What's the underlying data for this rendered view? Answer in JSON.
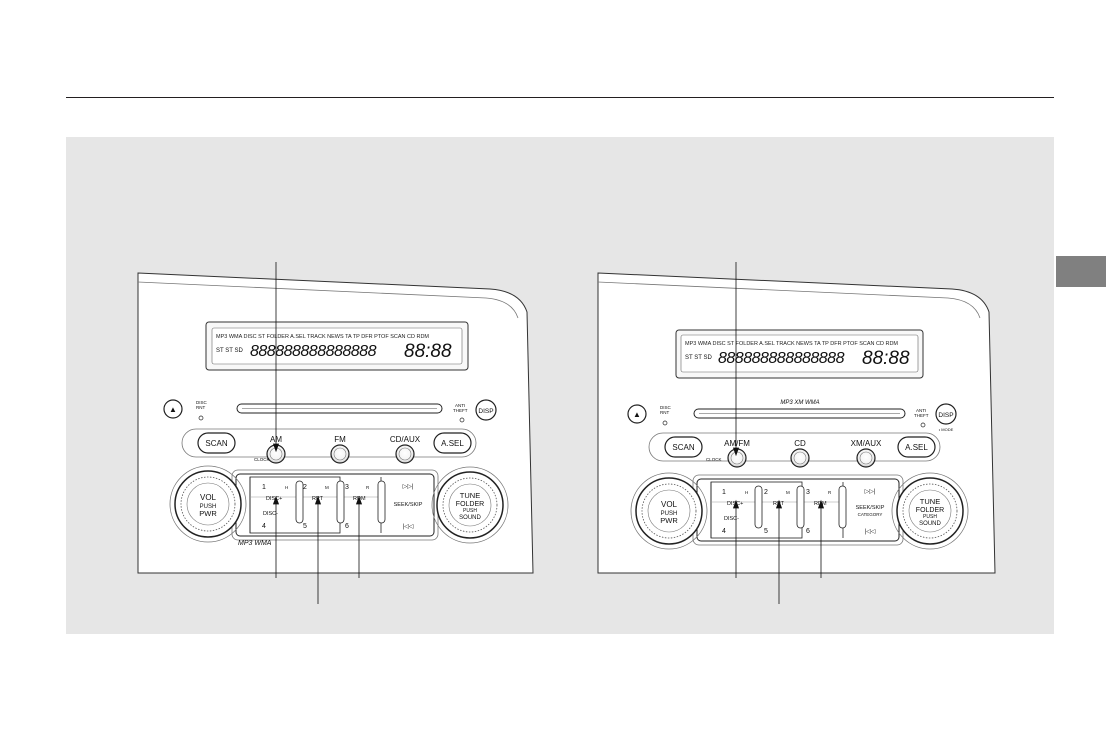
{
  "radios": [
    {
      "id": "left",
      "display": {
        "segments": "888888888888888",
        "clock": "88:88",
        "indicators": "MP3 WMA  DISC ST FOLDER A.SEL TRACK NEWS TA TP DFR PTOF SCAN CD RDM",
        "mode_marks": "ST ST SD"
      },
      "slot_left_label": "DISC\nRNT",
      "slot_right_label": "ANTI\nTHEFT",
      "disp_label": "DISP",
      "disp_sublabel": "",
      "eject_symbol": "▲",
      "slot_print": "",
      "scan_label": "SCAN",
      "asel_label": "A.SEL",
      "clock_sublabel": "CLOCK",
      "band_buttons": [
        "AM",
        "FM",
        "CD/AUX"
      ],
      "vol_knob": [
        "VOL",
        "PUSH",
        "PWR"
      ],
      "tune_knob": [
        "TUNE",
        "FOLDER",
        "PUSH",
        "SOUND"
      ],
      "preset_top": [
        "1",
        "2",
        "3"
      ],
      "preset_bottom": [
        "4",
        "5",
        "6"
      ],
      "preset_marks": [
        "H",
        "M",
        "R"
      ],
      "preset_functions": [
        "DISC+",
        "RPT",
        "RDM"
      ],
      "disc_minus": "DISC-",
      "seek_label": "SEEK/SKIP",
      "seek_sub": "",
      "skip_fwd": "▷▷|",
      "skip_back": "|◁◁",
      "corner_print": "MP3 WMA"
    },
    {
      "id": "right",
      "display": {
        "segments": "888888888888888",
        "clock": "88:88",
        "indicators": "MP3 WMA  DISC ST FOLDER A.SEL TRACK NEWS TA TP DFR PTOF SCAN CD RDM",
        "mode_marks": "ST ST SD"
      },
      "slot_left_label": "DISC\nRNT",
      "slot_right_label": "ANTI\nTHEFT",
      "disp_label": "DISP",
      "disp_sublabel": "• MODE",
      "eject_symbol": "▲",
      "slot_print": "MP3  XM  WMA",
      "scan_label": "SCAN",
      "asel_label": "A.SEL",
      "clock_sublabel": "CLOCK",
      "band_buttons": [
        "AM/FM",
        "CD",
        "XM/AUX"
      ],
      "vol_knob": [
        "VOL",
        "PUSH",
        "PWR"
      ],
      "tune_knob": [
        "TUNE",
        "FOLDER",
        "PUSH",
        "SOUND"
      ],
      "preset_top": [
        "1",
        "2",
        "3"
      ],
      "preset_bottom": [
        "4",
        "5",
        "6"
      ],
      "preset_marks": [
        "H",
        "M",
        "R"
      ],
      "preset_functions": [
        "DISC+",
        "RPT",
        "RDM"
      ],
      "disc_minus": "DISC-",
      "seek_label": "SEEK/SKIP",
      "seek_sub": "CATEGORY",
      "skip_fwd": "▷▷|",
      "skip_back": "|◁◁",
      "corner_print": ""
    }
  ]
}
